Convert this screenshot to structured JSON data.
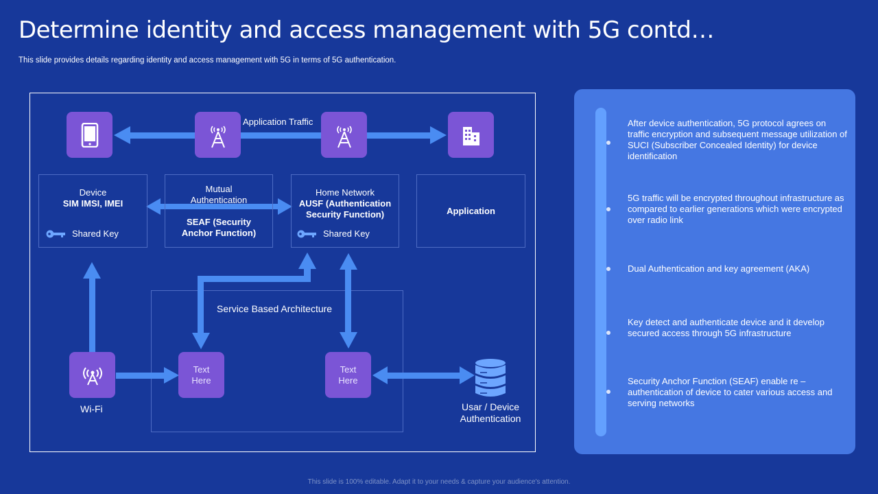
{
  "title": "Determine identity and access management with 5G contd…",
  "subtitle": "This slide provides details regarding identity and access management with 5G in terms of 5G authentication.",
  "footer": "This slide is 100% editable. Adapt it to your needs & capture your audience's attention.",
  "diagram": {
    "application_traffic": "Application Traffic",
    "device_box": {
      "line1": "Device",
      "line2": "SIM IMSI, IMEI",
      "key_label": "Shared Key"
    },
    "mutual_box": {
      "line1": "Mutual",
      "line2": "Authentication",
      "line3": "SEAF (Security",
      "line4": "Anchor Function)"
    },
    "home_box": {
      "line1": "Home Network",
      "line2": "AUSF (Authentication",
      "line3": "Security Function)",
      "key_label": "Shared Key"
    },
    "application_box": {
      "label": "Application"
    },
    "service_based": "Service Based Architecture",
    "text_here_1": {
      "line1": "Text",
      "line2": "Here"
    },
    "text_here_2": {
      "line1": "Text",
      "line2": "Here"
    },
    "wifi_label": "Wi-Fi",
    "user_auth": {
      "line1": "Usar / Device",
      "line2": "Authentication"
    }
  },
  "timeline": [
    {
      "text": "After device authentication, 5G protocol agrees on traffic encryption and subsequent message utilization of SUCI (Subscriber Concealed Identity) for device identification"
    },
    {
      "text": "5G traffic will be encrypted throughout infrastructure as compared to earlier generations which were encrypted over radio link"
    },
    {
      "text": "Dual Authentication and key agreement (AKA)"
    },
    {
      "text": "Key detect and authenticate device and it develop secured access through 5G infrastructure"
    },
    {
      "text": "Security Anchor Function (SEAF) enable re – authentication of device to cater various access and serving networks"
    }
  ],
  "colors": {
    "background": "#17389a",
    "accent": "#7b55d6",
    "arrow": "#4a8cf2",
    "panel": "#4577e2"
  },
  "icons": [
    "smartphone-icon",
    "cell-tower-icon",
    "cell-tower-icon",
    "building-icon",
    "key-icon",
    "wifi-antenna-icon",
    "database-icon"
  ]
}
